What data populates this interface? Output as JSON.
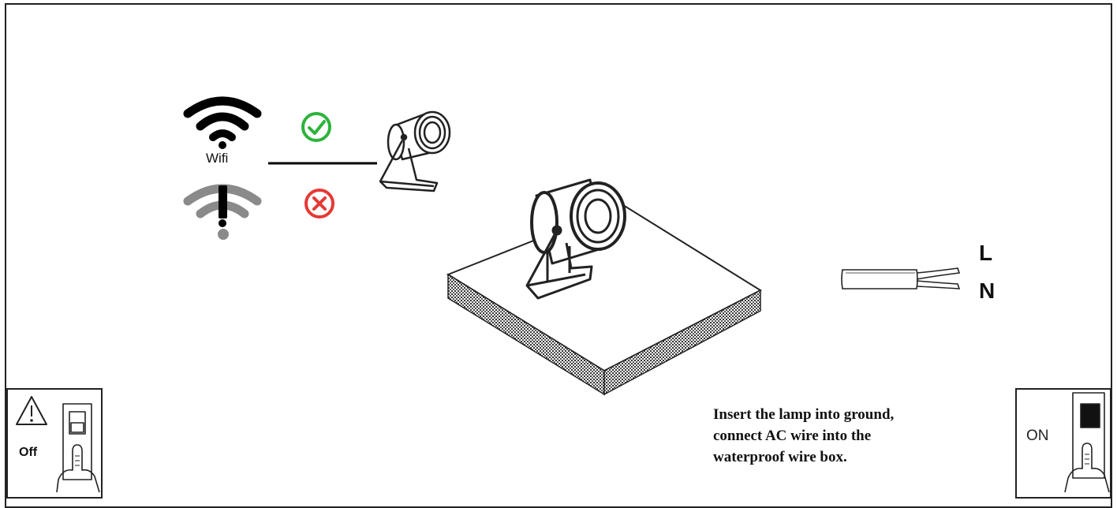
{
  "wifi": {
    "label": "Wifi",
    "connected_icon": "wifi-icon",
    "disconnected_icon": "wifi-error-icon",
    "ok_icon": "check-circle-icon",
    "fail_icon": "x-circle-icon",
    "ok_color": "#2db33b",
    "fail_color": "#e53935",
    "weak_color": "#8a8a8a"
  },
  "wire": {
    "live_label": "L",
    "neutral_label": "N"
  },
  "instructions": {
    "line1": "Insert the lamp into ground,",
    "line2": "connect AC wire into the",
    "line3": "waterproof wire box."
  },
  "switch_off": {
    "label": "Off",
    "warning_icon": "warning-icon",
    "hand_icon": "pointing-hand-icon"
  },
  "switch_on": {
    "label": "ON",
    "hand_icon": "pointing-hand-icon"
  }
}
